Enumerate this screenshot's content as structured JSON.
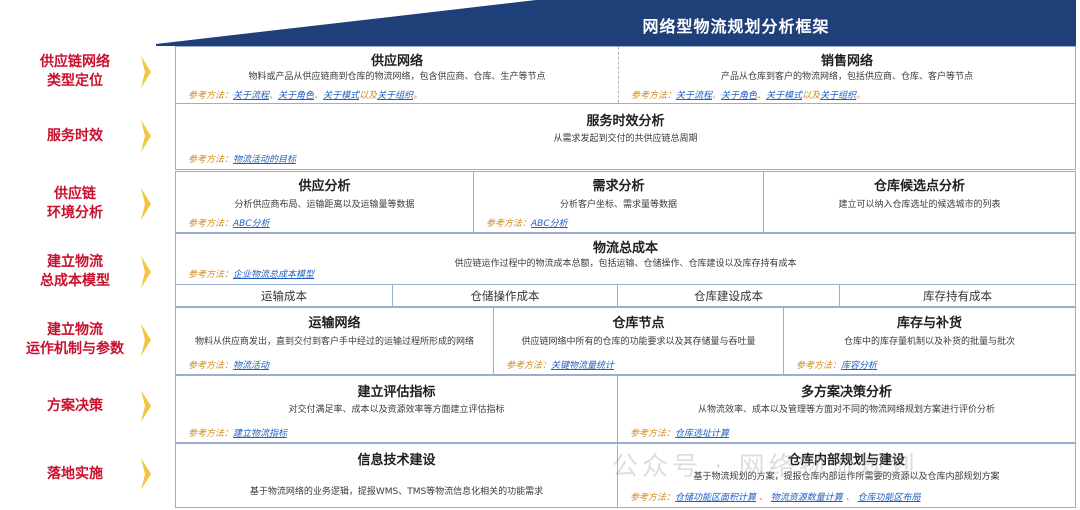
{
  "title": "网络型物流规划分析框架",
  "ref_prefix": "参考方法：",
  "row_labels": [
    "供应链网络\n类型定位",
    "服务时效",
    "供应链\n环境分析",
    "建立物流\n总成本模型",
    "建立物流\n运作机制与参数",
    "方案决策",
    "落地实施"
  ],
  "rows": {
    "network_type": [
      {
        "title": "供应网络",
        "desc": "物料或产品从供应链商到仓库的物流网络，包含供应商、仓库、生产等节点",
        "refs": [
          "关于流程",
          "关于角色",
          "关于模式",
          "关于组织"
        ],
        "seps": [
          "、",
          "、",
          "以及",
          "。"
        ]
      },
      {
        "title": "销售网络",
        "desc": "产品从仓库到客户的物流网络，包括供应商、仓库、客户等节点",
        "refs": [
          "关于流程",
          "关于角色",
          "关于模式",
          "关于组织"
        ],
        "seps": [
          "、",
          "、",
          "以及",
          "。"
        ]
      }
    ],
    "service": [
      {
        "title": "服务时效分析",
        "desc": "从需求发起到交付的共供应链总周期",
        "refs": [
          "物流活动的目标"
        ],
        "seps": [
          ""
        ]
      }
    ],
    "environment": [
      {
        "title": "供应分析",
        "desc": "分析供应商布局、运输距离以及运输量等数据",
        "refs": [
          "ABC分析"
        ],
        "seps": [
          ""
        ]
      },
      {
        "title": "需求分析",
        "desc": "分析客户坐标、需求量等数据",
        "refs": [
          "ABC分析"
        ],
        "seps": [
          ""
        ]
      },
      {
        "title": "仓库候选点分析",
        "desc": "建立可以纳入仓库选址的候选城市的列表",
        "refs": [],
        "seps": []
      }
    ],
    "total_cost": [
      {
        "title": "物流总成本",
        "desc": "供应链运作过程中的物流成本总额，包括运输、仓储操作、仓库建设以及库存持有成本",
        "refs": [
          "企业物流总成本模型"
        ],
        "seps": [
          ""
        ]
      }
    ],
    "cost_items": [
      "运输成本",
      "仓储操作成本",
      "仓库建设成本",
      "库存持有成本"
    ],
    "mechanism": [
      {
        "title": "运输网络",
        "desc": "物料从供应商发出，直到交付到客户手中经过的运输过程所形成的网络",
        "refs": [
          "物流活动"
        ],
        "seps": [
          ""
        ]
      },
      {
        "title": "仓库节点",
        "desc": "供应链网络中所有的仓库的功能要求以及其存储量与吞吐量",
        "refs": [
          "关键物流量统计"
        ],
        "seps": [
          ""
        ]
      },
      {
        "title": "库存与补货",
        "desc": "仓库中的库存量机制以及补货的批量与批次",
        "refs": [
          "库容分析"
        ],
        "seps": [
          ""
        ]
      }
    ],
    "decision": [
      {
        "title": "建立评估指标",
        "desc": "对交付满足率、成本以及资源效率等方面建立评估指标",
        "refs": [
          "建立物流指标"
        ],
        "seps": [
          ""
        ]
      },
      {
        "title": "多方案决策分析",
        "desc": "从物流效率、成本以及管理等方面对不同的物流网络规划方案进行评价分析",
        "refs": [
          "仓库选址计算"
        ],
        "seps": [
          ""
        ]
      }
    ],
    "implementation": [
      {
        "title": "信息技术建设",
        "desc": "基于物流网络的业务逻辑，提报WMS、TMS等物流信息化相关的功能需求",
        "refs": [],
        "seps": []
      },
      {
        "title": "仓库内部规划与建设",
        "desc": "基于物流规划的方案，提报仓库内部运作所需要的资源以及仓库内部规划方案",
        "refs": [
          "仓储功能区面积计算",
          "物流资源数量计算",
          "仓库功能区布局"
        ],
        "seps": [
          " 、 ",
          " 、 ",
          ""
        ]
      }
    ]
  },
  "watermark": "公众号 · 网络物流规划",
  "colors": {
    "banner": "#1e3f78",
    "label_red": "#c8102e",
    "chevron": "#f5c542",
    "border": "#9aaecf",
    "ref_orange": "#d08a1f",
    "link_blue": "#1f5fbf"
  }
}
